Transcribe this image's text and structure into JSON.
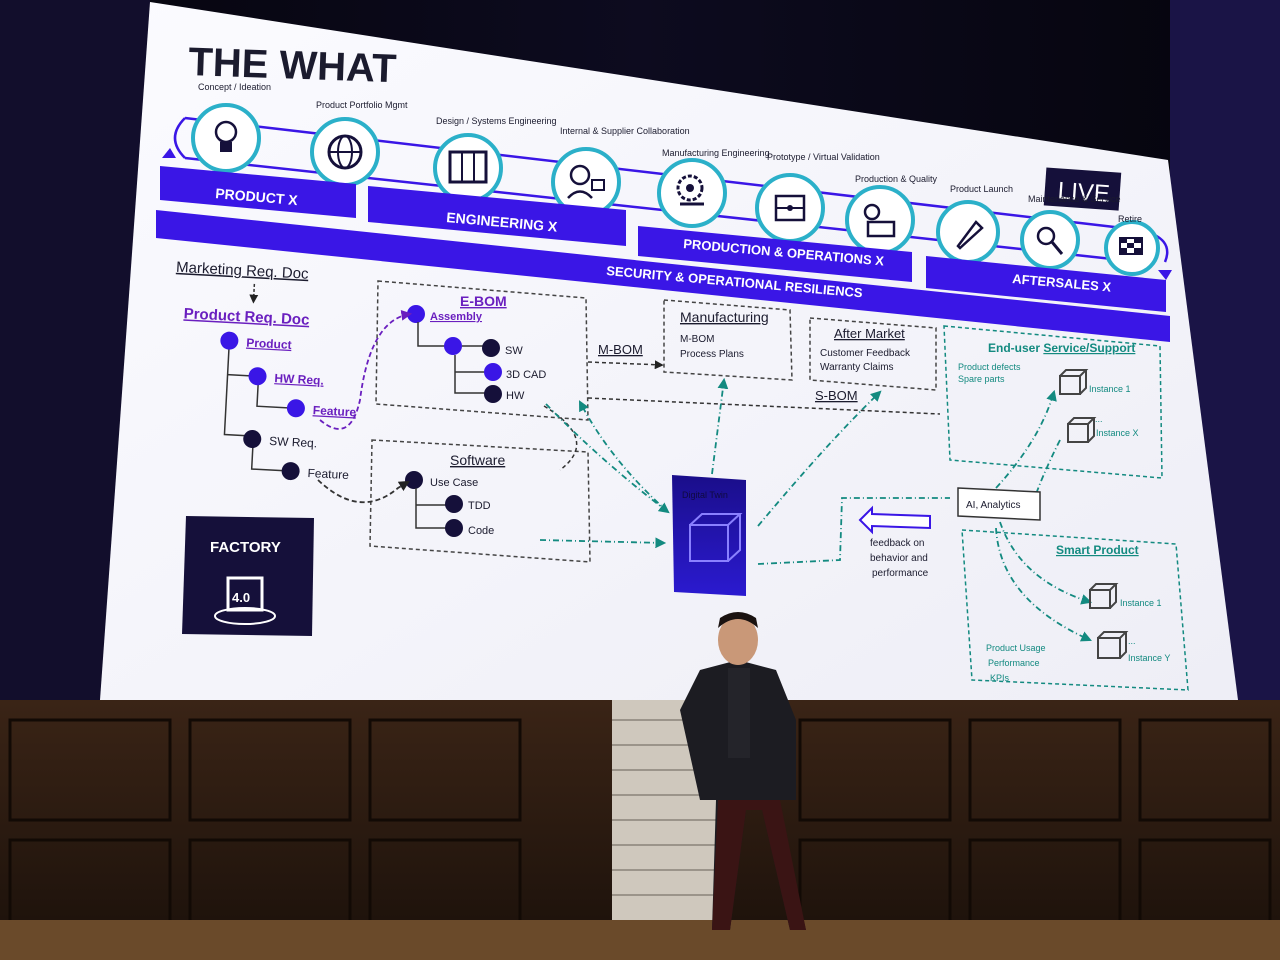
{
  "slide": {
    "title": "THE WHAT",
    "live_badge": "LIVE",
    "phases": [
      {
        "label": "Concept / Ideation",
        "icon": "lightbulb-icon"
      },
      {
        "label": "Product Portfolio Mgmt",
        "icon": "globe-gear-icon"
      },
      {
        "label": "Design / Systems Engineering",
        "icon": "blueprint-icon"
      },
      {
        "label": "Internal & Supplier Collaboration",
        "icon": "worker-icon"
      },
      {
        "label": "Manufacturing Engineering",
        "icon": "gear-hand-icon"
      },
      {
        "label": "Prototype / Virtual Validation",
        "icon": "circuit-icon"
      },
      {
        "label": "Production & Quality",
        "icon": "production-icon"
      },
      {
        "label": "Product Launch",
        "icon": "rocket-icon"
      },
      {
        "label": "Maintenance & Service",
        "icon": "wrench-icon"
      },
      {
        "label": "Retire",
        "icon": "checkered-flag-icon"
      }
    ],
    "bands": {
      "product": "PRODUCT X",
      "engineering": "ENGINEERING X",
      "production": "PRODUCTION & OPERATIONS X",
      "aftersales": "AFTERSALES X",
      "security": "SECURITY & OPERATIONAL RESILIENCS"
    },
    "requirements": {
      "mrd": "Marketing Req. Doc",
      "prd": "Product Req. Doc",
      "product": "Product",
      "hw_req": "HW Req.",
      "feature1": "Feature",
      "sw_req": "SW Req.",
      "feature2": "Feature"
    },
    "ebom": {
      "title": "E-BOM",
      "assembly": "Assembly",
      "sw": "SW",
      "cad": "3D CAD",
      "hw": "HW"
    },
    "software": {
      "title": "Software",
      "use_case": "Use Case",
      "tdd": "TDD",
      "code": "Code"
    },
    "mbom": "M-BOM",
    "sbom": "S-BOM",
    "manufacturing": {
      "title": "Manufacturing",
      "items": [
        "M-BOM",
        "Process Plans"
      ]
    },
    "aftermarket": {
      "title": "After Market",
      "items": [
        "Customer Feedback",
        "Warranty Claims"
      ]
    },
    "support": {
      "title_prefix": "End-user ",
      "title_link": "Service/Support",
      "items": [
        "Product defects",
        "Spare parts"
      ],
      "instance1": "Instance 1",
      "dots": "...",
      "instancex": "Instance X"
    },
    "digital_twin": "Digital Twin",
    "analytics": "AI, Analytics",
    "feedback": [
      "feedback on",
      "behavior and",
      "performance"
    ],
    "smart": {
      "title": "Smart Product",
      "instance1": "Instance 1",
      "dots": "...",
      "instancey": "Instance Y",
      "items": [
        "Product Usage",
        "Performance",
        "KPIs"
      ]
    },
    "factory": {
      "title": "FACTORY",
      "version": "4.0"
    }
  },
  "colors": {
    "accent": "#3a16e6",
    "purple": "#6a1fbf",
    "teal": "#138a80",
    "navy": "#15103a"
  }
}
